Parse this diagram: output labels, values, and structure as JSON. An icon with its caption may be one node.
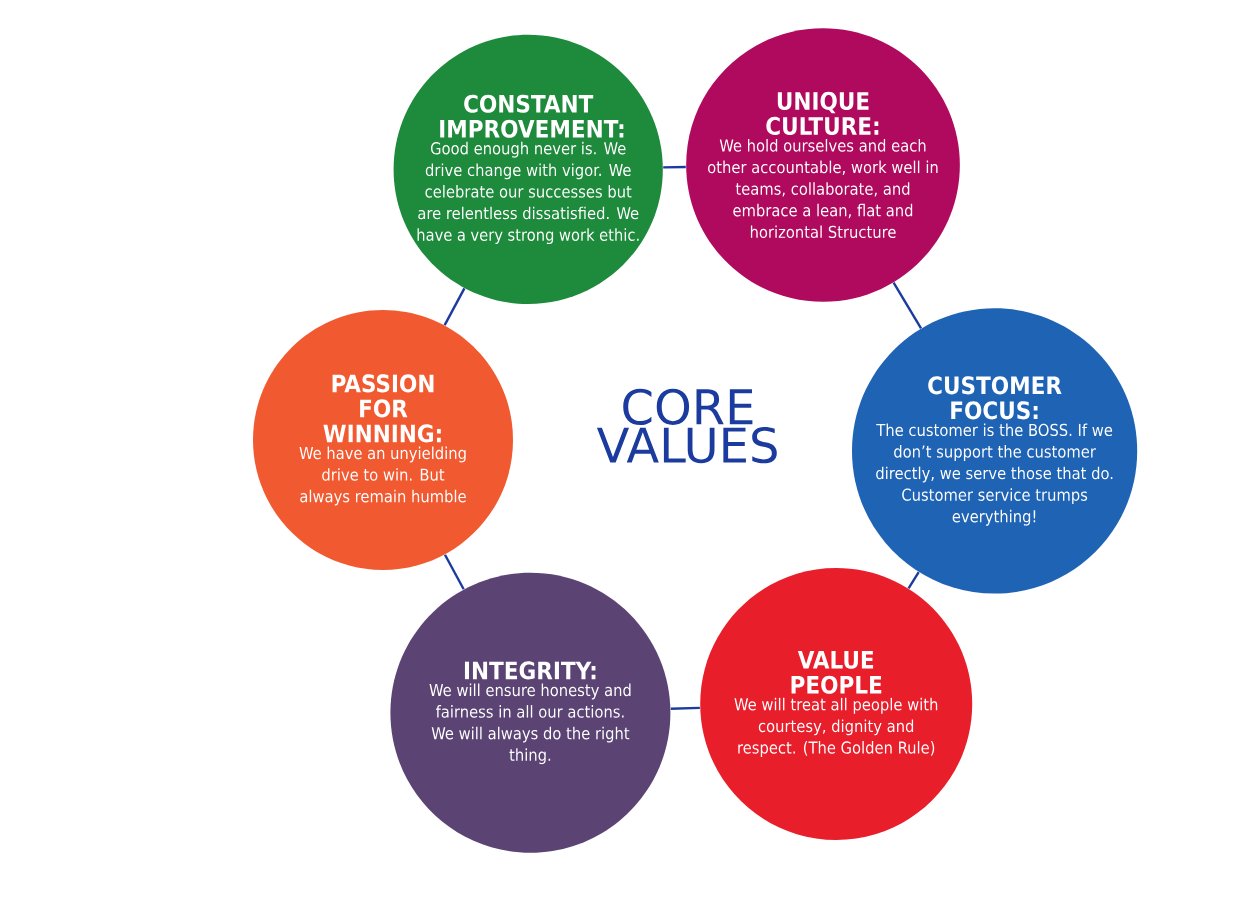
{
  "diagram": {
    "nodes": [
      {
        "text": [
          "CONSTANT IMPROVEMENT:",
          "Good enough never is. We drive change with vigor. We celebrate our successes but are relentless dissatisfied. We have a very strong work ethic."
        ]
      },
      {
        "text": [
          "UNIQUE CULTURE:",
          "We hold ourselves and each other accountable, work well in teams, collaborate, and embrace a lean, flat and horizontal Structure"
        ]
      },
      {
        "text": [
          "CUSTOMER FOCUS:",
          "The customer is the BOSS. If we don’t support the customer directly, we serve those that do. Customer service trumps everything!"
        ]
      },
      {
        "text": [
          "VALUE PEOPLE",
          "We will treat all people with courtesy, dignity and respect. (The Golden Rule)"
        ]
      },
      {
        "text": [
          "INTEGRITY:",
          "We will ensure honesty and fairness in all our actions. We will always do the right thing."
        ]
      },
      {
        "text": [
          "PASSION FOR WINNING:",
          "We have an unyielding drive to win. But always remain humble"
        ]
      }
    ],
    "edges": [
      {
        "from": 0,
        "to": 1,
        "arrow": "none"
      },
      {
        "from": 1,
        "to": 2,
        "arrow": "none"
      },
      {
        "from": 2,
        "to": 3,
        "arrow": "none"
      },
      {
        "from": 3,
        "to": 4,
        "arrow": "none"
      },
      {
        "from": 4,
        "to": 5,
        "arrow": "none"
      },
      {
        "from": 5,
        "to": 0,
        "arrow": "none"
      }
    ],
    "labels": [
      "CORE VALUES"
    ]
  }
}
